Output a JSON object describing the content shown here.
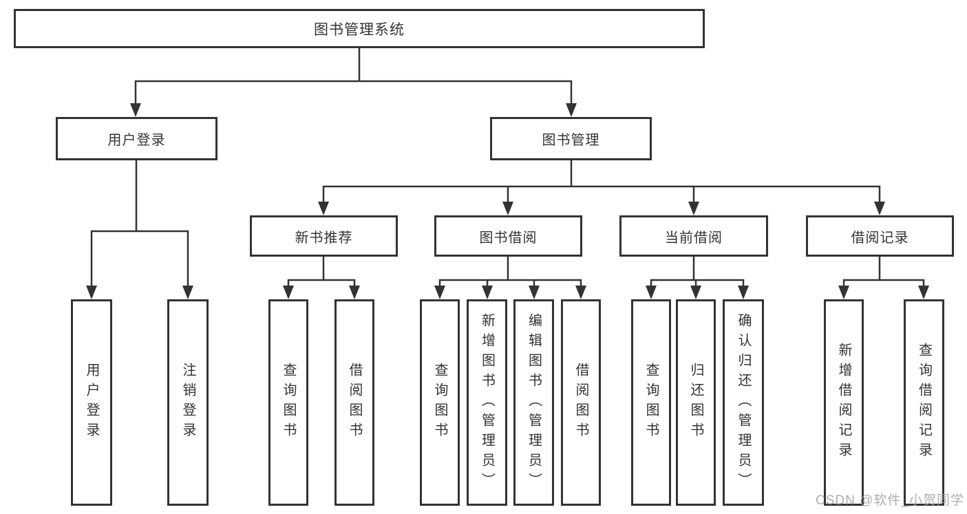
{
  "tree": {
    "label": "图书管理系统",
    "children": [
      {
        "label": "用户登录",
        "children": [
          {
            "label": "用户登录"
          },
          {
            "label": "注销登录"
          }
        ]
      },
      {
        "label": "图书管理",
        "children": [
          {
            "label": "新书推荐",
            "children": [
              {
                "label": "查询图书"
              },
              {
                "label": "借阅图书"
              }
            ]
          },
          {
            "label": "图书借阅",
            "children": [
              {
                "label": "查询图书"
              },
              {
                "label": "新增图书（管理员）"
              },
              {
                "label": "编辑图书（管理员）"
              },
              {
                "label": "借阅图书"
              }
            ]
          },
          {
            "label": "当前借阅",
            "children": [
              {
                "label": "查询图书"
              },
              {
                "label": "归还图书"
              },
              {
                "label": "确认归还（管理员）"
              }
            ]
          },
          {
            "label": "借阅记录",
            "children": [
              {
                "label": "新增借阅记录"
              },
              {
                "label": "查询借阅记录"
              }
            ]
          }
        ]
      }
    ]
  },
  "watermark": "CSDN @软件_小贺同学",
  "colors": {
    "line": "#333333",
    "box_border": "#333333",
    "text": "#333333",
    "watermark": "#a0a0a0",
    "background": "#ffffff"
  }
}
